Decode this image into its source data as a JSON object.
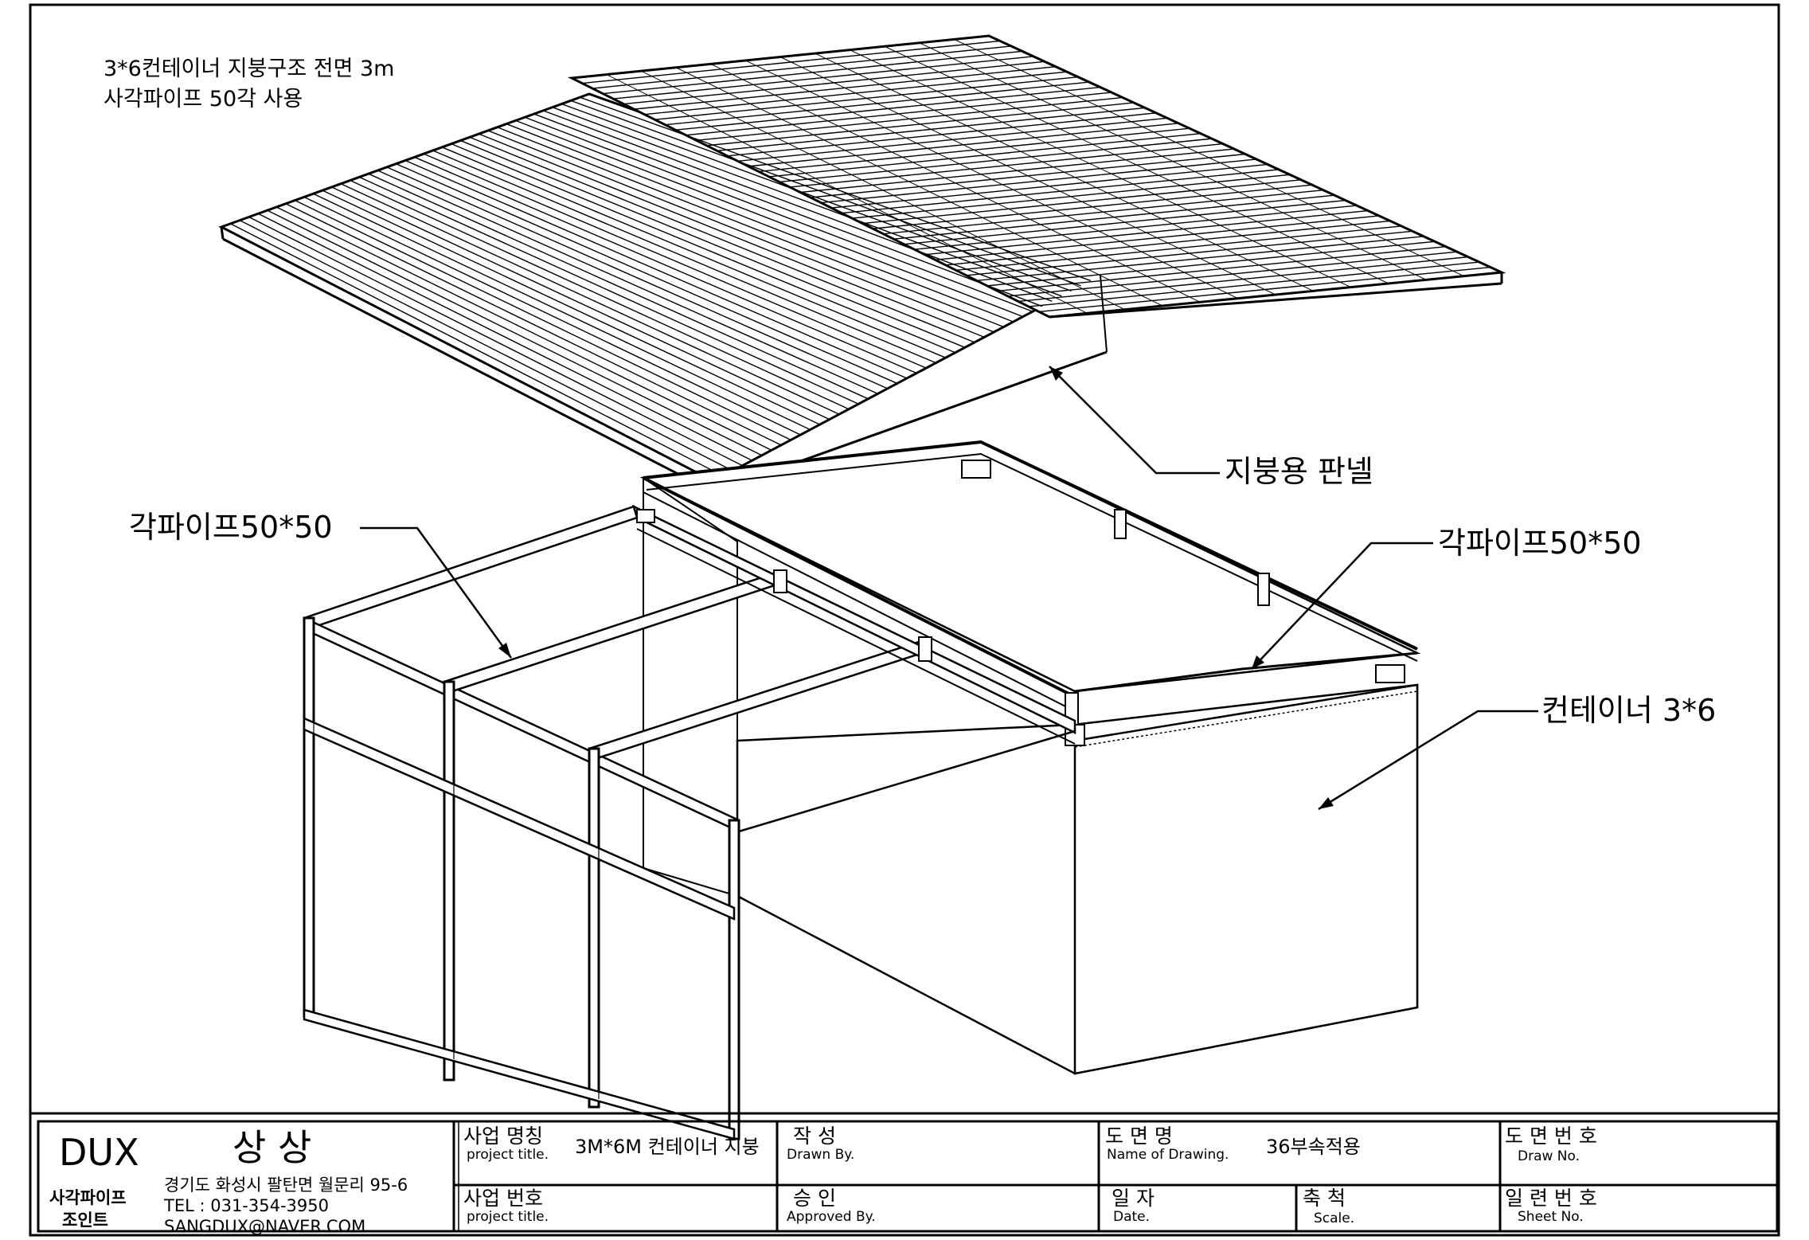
{
  "notes": {
    "line1": "3*6컨테이너 지붕구조 전면 3m",
    "line2": "사각파이프 50각 사용"
  },
  "labels": {
    "roof_panel": "지붕용 판넬",
    "square_pipe_left": "각파이프50*50",
    "square_pipe_right": "각파이프50*50",
    "container": "컨테이너 3*6"
  },
  "title_block": {
    "company": {
      "brand": "DUX",
      "name": "상 상",
      "product_line1": "사각파이프",
      "product_line2": "조인트",
      "address": "경기도 화성시 팔탄면 월문리 95-6",
      "tel": "TEL : 031-354-3950",
      "email": "SANGDUX@NAVER.COM"
    },
    "project_name": {
      "label": "사업 명칭",
      "sublabel": "project title.",
      "value": "3M*6M 컨테이너 지붕"
    },
    "project_number": {
      "label": "사업 번호",
      "sublabel": "project title.",
      "value": ""
    },
    "drawn_by": {
      "label": "작   성",
      "sublabel": "Drawn By.",
      "value": ""
    },
    "approved_by": {
      "label": "승   인",
      "sublabel": "Approved By.",
      "value": ""
    },
    "drawing_name": {
      "label": "도  면  명",
      "sublabel": "Name of Drawing.",
      "value": "36부속적용"
    },
    "date": {
      "label": "일  자",
      "sublabel": "Date.",
      "value": ""
    },
    "scale": {
      "label": "축  척",
      "sublabel": "Scale.",
      "value": ""
    },
    "draw_no": {
      "label": "도 면 번 호",
      "sublabel": "Draw No.",
      "value": ""
    },
    "sheet_no": {
      "label": "일 련 번 호",
      "sublabel": "Sheet No.",
      "value": ""
    }
  }
}
